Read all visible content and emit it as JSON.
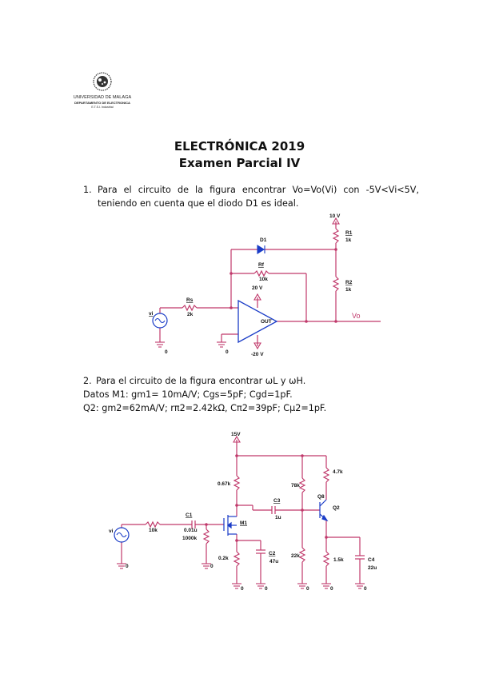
{
  "header": {
    "university": "UNIVERSIDAD DE MALAGA",
    "department": "DEPARTAMENTO DE ELECTRONICA",
    "school": "E.T.S.I. Industrial"
  },
  "title_line1": "ELECTRÓNICA 2019",
  "title_line2": "Examen Parcial IV",
  "problem1": {
    "number": "1.",
    "line1": "Para el circuito de la figura encontrar Vo=Vo(Vi) con -5V<Vi<5V,",
    "line2": "teniendo en cuenta que el diodo D1 es ideal."
  },
  "circuit1": {
    "supply_top": "10 V",
    "r1": "R1",
    "r1_val": "1k",
    "r2": "R2",
    "r2_val": "1k",
    "d1": "D1",
    "rf": "Rf",
    "rf_val": "10k",
    "rs": "Rs",
    "rs_val": "2k",
    "vcc_pos": "20 V",
    "vcc_neg": "-20 V",
    "out": "OUT",
    "vi": "vi",
    "vo": "Vo",
    "gnd1": "0",
    "gnd2": "0"
  },
  "problem2": {
    "number": "2.",
    "line1": "Para el circuito de la figura encontrar ωL y ωH.",
    "line2": "Datos M1: gm1= 10mA/V; Cgs=5pF; Cgd=1pF.",
    "line3": "Q2: gm2=62mA/V; rπ2=2.42kΩ, Cπ2=39pF; Cμ2=1pF."
  },
  "circuit2": {
    "vdd": "15V",
    "r_067k": "0.67k",
    "r_78k": "78k",
    "r_47k": "4.7k",
    "c3": "C3",
    "c3_val": "1u",
    "q8": "Q8",
    "q2": "Q2",
    "c1": "C1",
    "c1_val": "0.01u",
    "r_10k": "10k",
    "r_1000k": "1000k",
    "m1": "M1",
    "vi": "vi",
    "r_02k": "0.2k",
    "c2": "C2",
    "c2_val": "47u",
    "r_22k": "22k",
    "r_15k": "1.5k",
    "c4": "C4",
    "c4_val": "22u",
    "gnd": "0"
  }
}
